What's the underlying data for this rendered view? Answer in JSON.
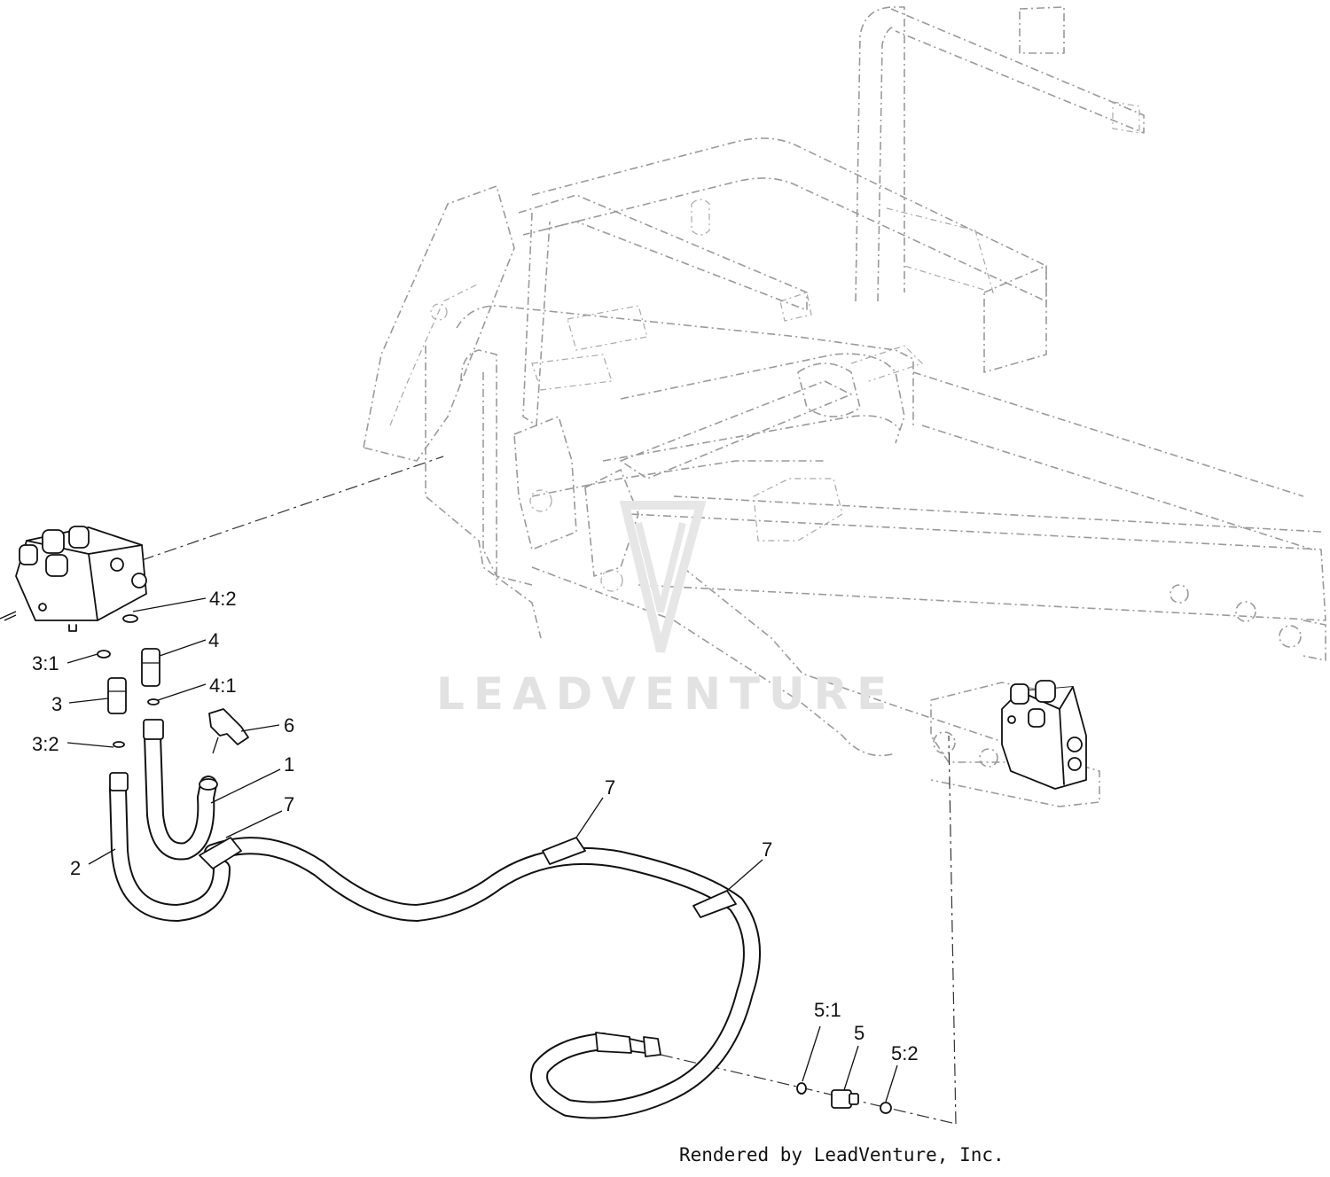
{
  "watermark": "LEADVENTURE",
  "credit": "Rendered by LeadVenture, Inc.",
  "callouts": {
    "c4_2": "4:2",
    "c4": "4",
    "c4_1": "4:1",
    "c3_1": "3:1",
    "c3": "3",
    "c3_2": "3:2",
    "c6": "6",
    "c1": "1",
    "c7a": "7",
    "c7b": "7",
    "c7c": "7",
    "c2": "2",
    "c5_1": "5:1",
    "c5": "5",
    "c5_2": "5:2"
  }
}
